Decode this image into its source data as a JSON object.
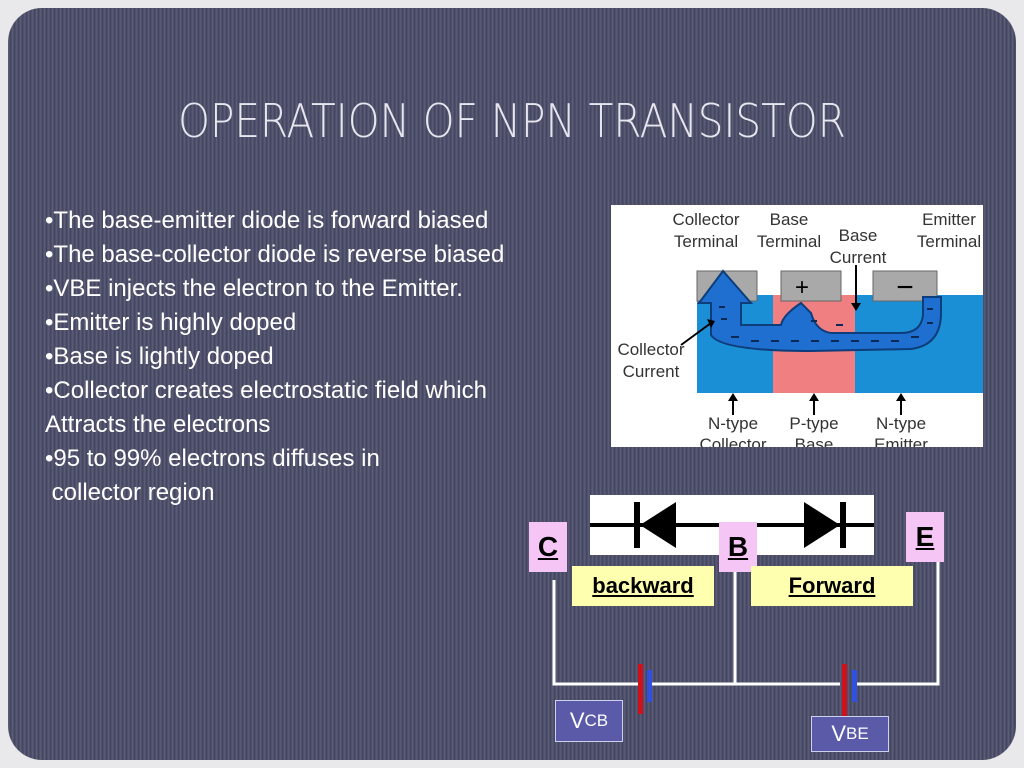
{
  "title": "OPERATION OF NPN TRANSISTOR",
  "bullets": [
    "•The base-emitter diode is forward biased",
    "•The base-collector diode is reverse biased",
    "•VBE injects the electron to the Emitter.",
    "•Emitter is highly doped",
    "•Base is lightly doped",
    "•Collector creates electrostatic field which",
    "Attracts the electrons",
    "•95 to 99% electrons diffuses in",
    " collector region"
  ],
  "transistor_figure": {
    "collector_terminal": [
      "Collector",
      "Terminal"
    ],
    "base_terminal": [
      "Base",
      "Terminal"
    ],
    "base_current": [
      "Base",
      "Current"
    ],
    "emitter_terminal": [
      "Emitter",
      "Terminal"
    ],
    "collector_current": [
      "Collector",
      "Current"
    ],
    "n_collector": [
      "N-type",
      "Collector"
    ],
    "p_base": [
      "P-type",
      "Base"
    ],
    "n_emitter": [
      "N-type",
      "Emitter"
    ],
    "plus": "+",
    "minus": "−"
  },
  "circuit": {
    "c_label": "C",
    "b_label": "B",
    "e_label": "E",
    "backward": "backward",
    "forward": "Forward",
    "vcb_main": "V",
    "vcb_sub": "CB",
    "vbe_main": "V",
    "vbe_sub": "BE"
  },
  "colors": {
    "background": "#4d4f6b",
    "n_region": "#1a8fd6",
    "p_region": "#f07f82",
    "electron_flow": "#1f6fd0",
    "battery_red": "#d0101a",
    "battery_blue": "#3050e0"
  }
}
